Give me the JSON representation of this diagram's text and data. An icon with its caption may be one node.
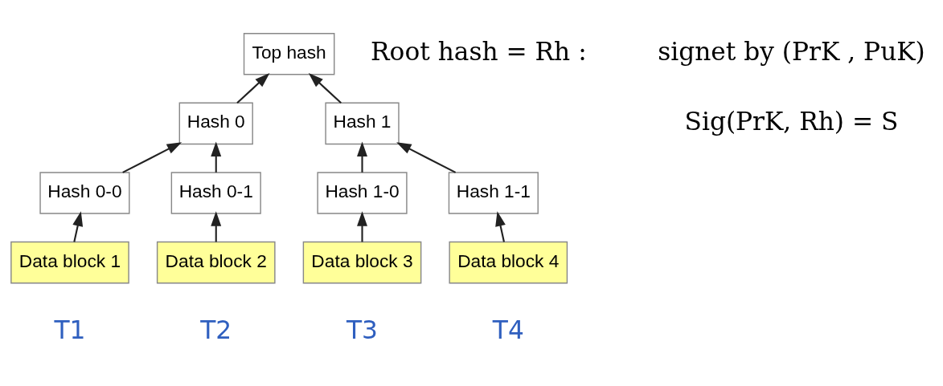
{
  "diagram": {
    "nodes": [
      {
        "text": [
          "Top hash"
        ]
      },
      {
        "text": [
          "Hash 0"
        ]
      },
      {
        "text": [
          "Hash 1"
        ]
      },
      {
        "text": [
          "Hash 0-0"
        ]
      },
      {
        "text": [
          "Hash 0-1"
        ]
      },
      {
        "text": [
          "Hash 1-0"
        ]
      },
      {
        "text": [
          "Hash 1-1"
        ]
      },
      {
        "text": [
          "Data block 1"
        ],
        "beside": [
          "T1"
        ]
      },
      {
        "text": [
          "Data block 2"
        ],
        "beside": [
          "T2"
        ]
      },
      {
        "text": [
          "Data block 3"
        ],
        "beside": [
          "T3"
        ]
      },
      {
        "text": [
          "Data block 4"
        ],
        "beside": [
          "T4"
        ]
      }
    ],
    "edges": [
      {
        "from": 1,
        "to": 0,
        "arrow": "to"
      },
      {
        "from": 2,
        "to": 0,
        "arrow": "to"
      },
      {
        "from": 3,
        "to": 1,
        "arrow": "to"
      },
      {
        "from": 4,
        "to": 1,
        "arrow": "to"
      },
      {
        "from": 5,
        "to": 2,
        "arrow": "to"
      },
      {
        "from": 6,
        "to": 2,
        "arrow": "to"
      },
      {
        "from": 7,
        "to": 3,
        "arrow": "to"
      },
      {
        "from": 8,
        "to": 4,
        "arrow": "to"
      },
      {
        "from": 9,
        "to": 5,
        "arrow": "to"
      },
      {
        "from": 10,
        "to": 6,
        "arrow": "to"
      }
    ],
    "labels": [
      "Root hash = Rh :",
      "signet by (PrK , PuK)",
      "Sig(PrK, Rh) = S"
    ]
  }
}
